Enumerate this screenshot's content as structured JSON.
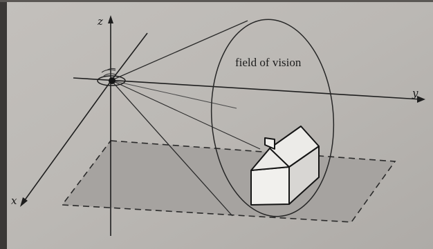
{
  "axes": {
    "z_label": "z",
    "y_label": "y",
    "x_label": "x"
  },
  "field_of_vision_label": "field of vision",
  "colors": {
    "paper": "#bdbab6",
    "ink": "#1e1e1e",
    "ground_plane": "#a7a4a0",
    "house_fill": "#f2f1ee"
  }
}
